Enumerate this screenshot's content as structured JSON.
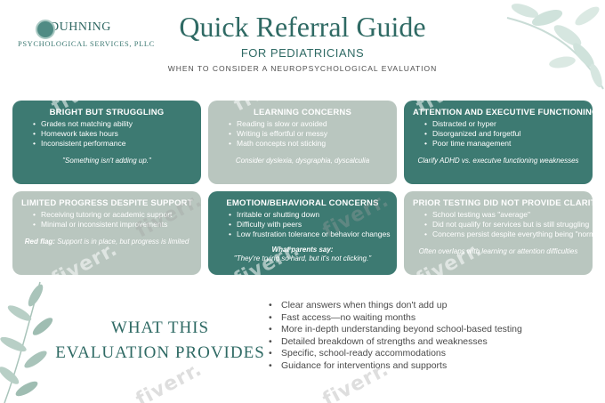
{
  "logo": {
    "name": "DUHNING",
    "sub": "PSYCHOLOGICAL SERVICES, PLLC"
  },
  "title": "Quick Referral Guide",
  "subtitle": "FOR PEDIATRICIANS",
  "tagline": "WHEN TO CONSIDER A NEUROPSYCHOLOGICAL EVALUATION",
  "cards": [
    {
      "title": "BRIGHT BUT STRUGGLING",
      "items": [
        "Grades not matching ability",
        "Homework takes hours",
        "Inconsistent performance"
      ],
      "footer": "\"Something isn't adding up.\""
    },
    {
      "title": "LEARNING CONCERNS",
      "items": [
        "Reading is slow or avoided",
        "Writing is effortful or messy",
        "Math concepts not sticking"
      ],
      "footer": "Consider dyslexia, dysgraphia, dyscalculia"
    },
    {
      "title": "ATTENTION AND EXECUTIVE FUNCTIONING",
      "items": [
        "Distracted or hyper",
        "Disorganized and forgetful",
        "Poor time management"
      ],
      "footer": "Clarify ADHD vs. executve functioning weaknesses"
    },
    {
      "title": "LIMITED PROGRESS DESPITE SUPPORT",
      "items": [
        "Receiving tutoring or academic support",
        "Minimal or inconsistent improvements"
      ],
      "footer_label": "Red flag:",
      "footer": " Support is in place, but progress is limited"
    },
    {
      "title": "EMOTION/BEHAVIORAL CONCERNS",
      "items": [
        "Irritable or shutting down",
        "Difficulty with peers",
        "Low frustration tolerance or behavior changes"
      ],
      "footer_label": "What parents say:",
      "footer": "\"They're trying so hard, but it's not clicking.\""
    },
    {
      "title": "PRIOR TESTING DID NOT PROVIDE CLARITY",
      "items": [
        "School testing was \"average\"",
        "Did not qualify for services but is still struggling",
        "Concerns persist despite everything being \"normal\""
      ],
      "footer": "Often overlaps with learning or attention difficulties"
    }
  ],
  "evaluation": {
    "title_line1": "WHAT THIS",
    "title_line2": "EVALUATION PROVIDES",
    "items": [
      "Clear answers when things don't add up",
      "Fast access—no waiting months",
      "More in-depth understanding beyond school-based testing",
      "Detailed breakdown of strengths and weaknesses",
      "Specific, school-ready accommodations",
      "Guidance for interventions and supports"
    ]
  },
  "watermark": "fiverr.",
  "colors": {
    "teal_dark": "#3d7a72",
    "sage_light": "#b9c6bf",
    "heading_teal": "#2f6a64"
  }
}
